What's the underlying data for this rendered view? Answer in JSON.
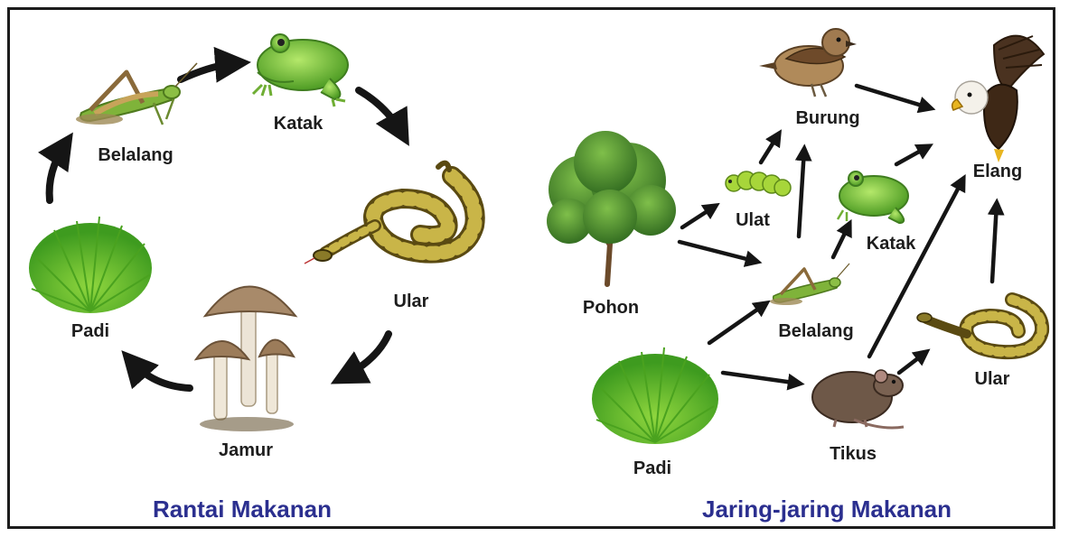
{
  "colors": {
    "title": "#2b2f8f",
    "label": "#1d1d1d",
    "arrow": "#151515",
    "frame": "#1c1c1c"
  },
  "food_chain": {
    "title": "Rantai Makanan",
    "nodes": {
      "belalang": "Belalang",
      "katak": "Katak",
      "ular": "Ular",
      "jamur": "Jamur",
      "padi": "Padi"
    }
  },
  "food_web": {
    "title": "Jaring-jaring Makanan",
    "nodes": {
      "pohon": "Pohon",
      "ulat": "Ulat",
      "burung": "Burung",
      "elang": "Elang",
      "katak": "Katak",
      "belalang": "Belalang",
      "ular": "Ular",
      "padi": "Padi",
      "tikus": "Tikus"
    }
  },
  "icons": [
    "grasshopper-icon",
    "frog-icon",
    "snake-icon",
    "mushroom-icon",
    "grass-icon",
    "tree-icon",
    "caterpillar-icon",
    "sparrow-icon",
    "eagle-icon",
    "rat-icon"
  ]
}
